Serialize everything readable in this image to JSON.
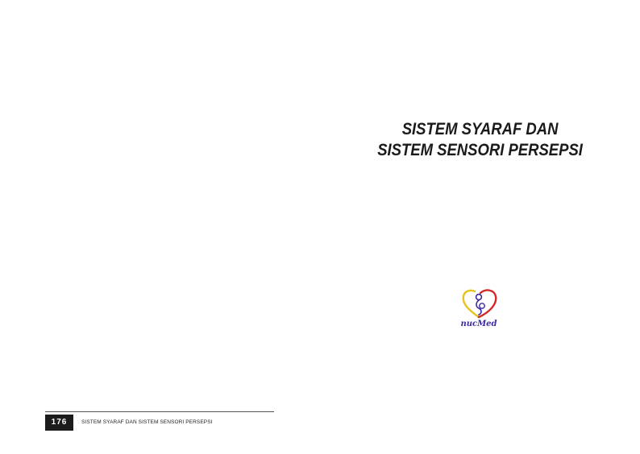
{
  "chapter": {
    "title_line1": "SISTEM SYARAF DAN",
    "title_line2": "SISTEM SENSORI PERSEPSI"
  },
  "logo": {
    "text": "nucMed",
    "icon": "nucmed-heart-logo-icon",
    "colors": {
      "heart_left": "#e8c21a",
      "heart_right": "#d42828",
      "figure": "#3a2aa0",
      "text": "#3a2aa0"
    }
  },
  "footer": {
    "page_number": "176",
    "running_title": "SISTEM SYARAF DAN SISTEM SENSORI PERSEPSI"
  }
}
